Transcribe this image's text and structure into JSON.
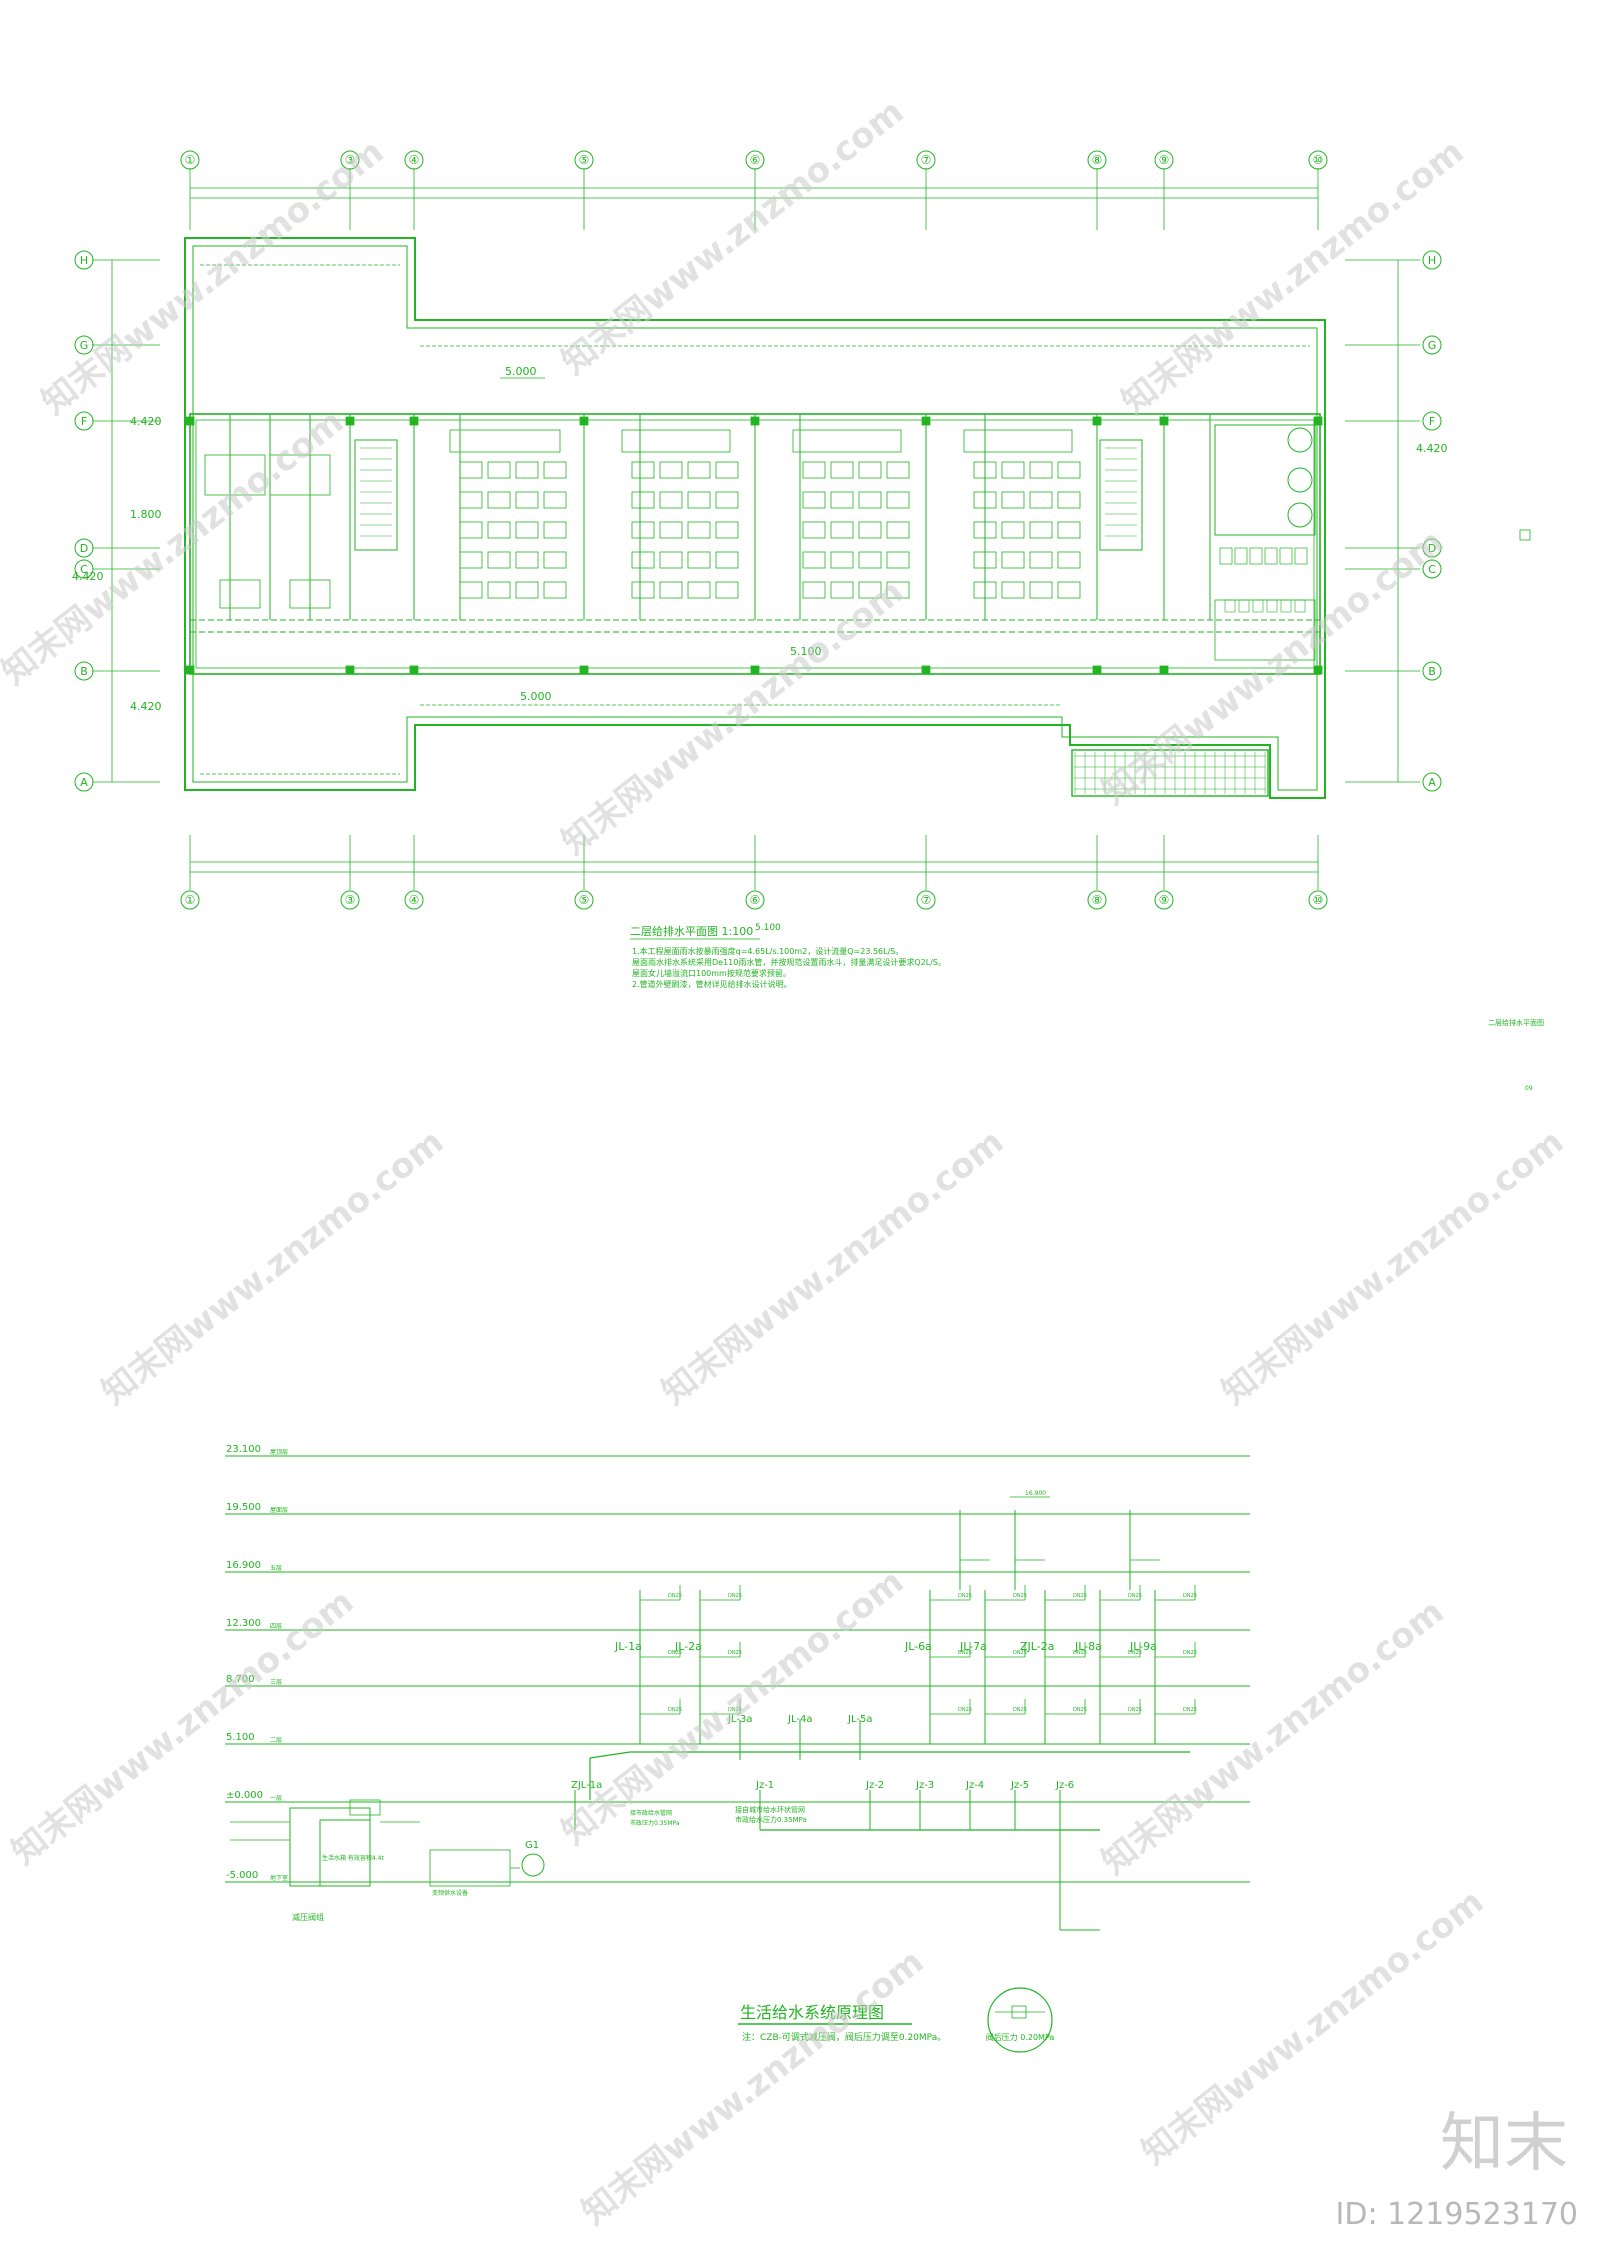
{
  "colors": {
    "line": "#22b422",
    "dim": "#3cc03c",
    "watermark": "#c9c9c9"
  },
  "grid_cols": [
    "①",
    "③",
    "④",
    "⑤",
    "⑥",
    "⑦",
    "⑧",
    "⑨",
    "⑩"
  ],
  "grid_rows": [
    "H",
    "G",
    "F",
    "D",
    "C",
    "B",
    "A"
  ],
  "dims_left": [
    "4.420",
    "1.800",
    "4.420",
    "4.420"
  ],
  "dim_right": "4.420",
  "plan": {
    "title": "二层给排水平面图",
    "scale": "1:100",
    "level": "5.100",
    "level_mid": "5.100",
    "level_top": "5.000",
    "level_bottom": "5.000",
    "notes": [
      "1.本工程屋面雨水按暴雨强度q=4.65L/s.100m2，设计流量Q=23.56L/S。",
      "屋面雨水排水系统采用De110雨水管，并按规范设置雨水斗，排量满足设计要求Q2L/S。",
      "屋面女儿墙溢流口100mm按规范要求预留。",
      "2.管道外壁刷漆，管材详见给排水设计说明。"
    ],
    "right_label": "二层给排水平面图",
    "right_label_small": "09"
  },
  "system": {
    "title": "生活给水系统原理图",
    "note": "注：CZB-可调式减压阀，阀后压力调至0.20MPa。",
    "levels": [
      {
        "value": "23.100",
        "name": "屋顶层"
      },
      {
        "value": "19.500",
        "name": "屋面层"
      },
      {
        "value": "16.900",
        "name": "五层"
      },
      {
        "value": "12.300",
        "name": "四层"
      },
      {
        "value": "8.700",
        "name": "三层"
      },
      {
        "value": "5.100",
        "name": "二层"
      },
      {
        "value": "±0.000",
        "name": "一层"
      },
      {
        "value": "-5.000",
        "name": "地下室"
      }
    ],
    "risers_top": [
      "JL-1a",
      "JL-2a",
      "JL-6a",
      "JL-7a",
      "ZJL-2a",
      "JL-8a",
      "JL-9a"
    ],
    "risers_mid": [
      "JL-3a",
      "JL-4a",
      "JL-5a"
    ],
    "risers_ground": [
      "ZJL-1a",
      "Jz-1",
      "Jz-2",
      "Jz-3",
      "Jz-4",
      "Jz-5",
      "Jz-6"
    ],
    "ground_notes": [
      "接市政给水管网",
      "市政压力0.35MPa",
      "接自城市给水环状管网",
      "市政给水压力0.35MPa"
    ],
    "tank_label": "生活水箱 有效容积4.4t",
    "pump_label": "变频供水设备",
    "equip_label": "G1",
    "valve_group": "减压阀组",
    "valve_pressure": "阀后压力 0.20MPa",
    "small_level": "16.900"
  },
  "watermark": {
    "text": "知末网www.znzmo.com",
    "brand": "知末",
    "id": "ID: 1219523170"
  }
}
